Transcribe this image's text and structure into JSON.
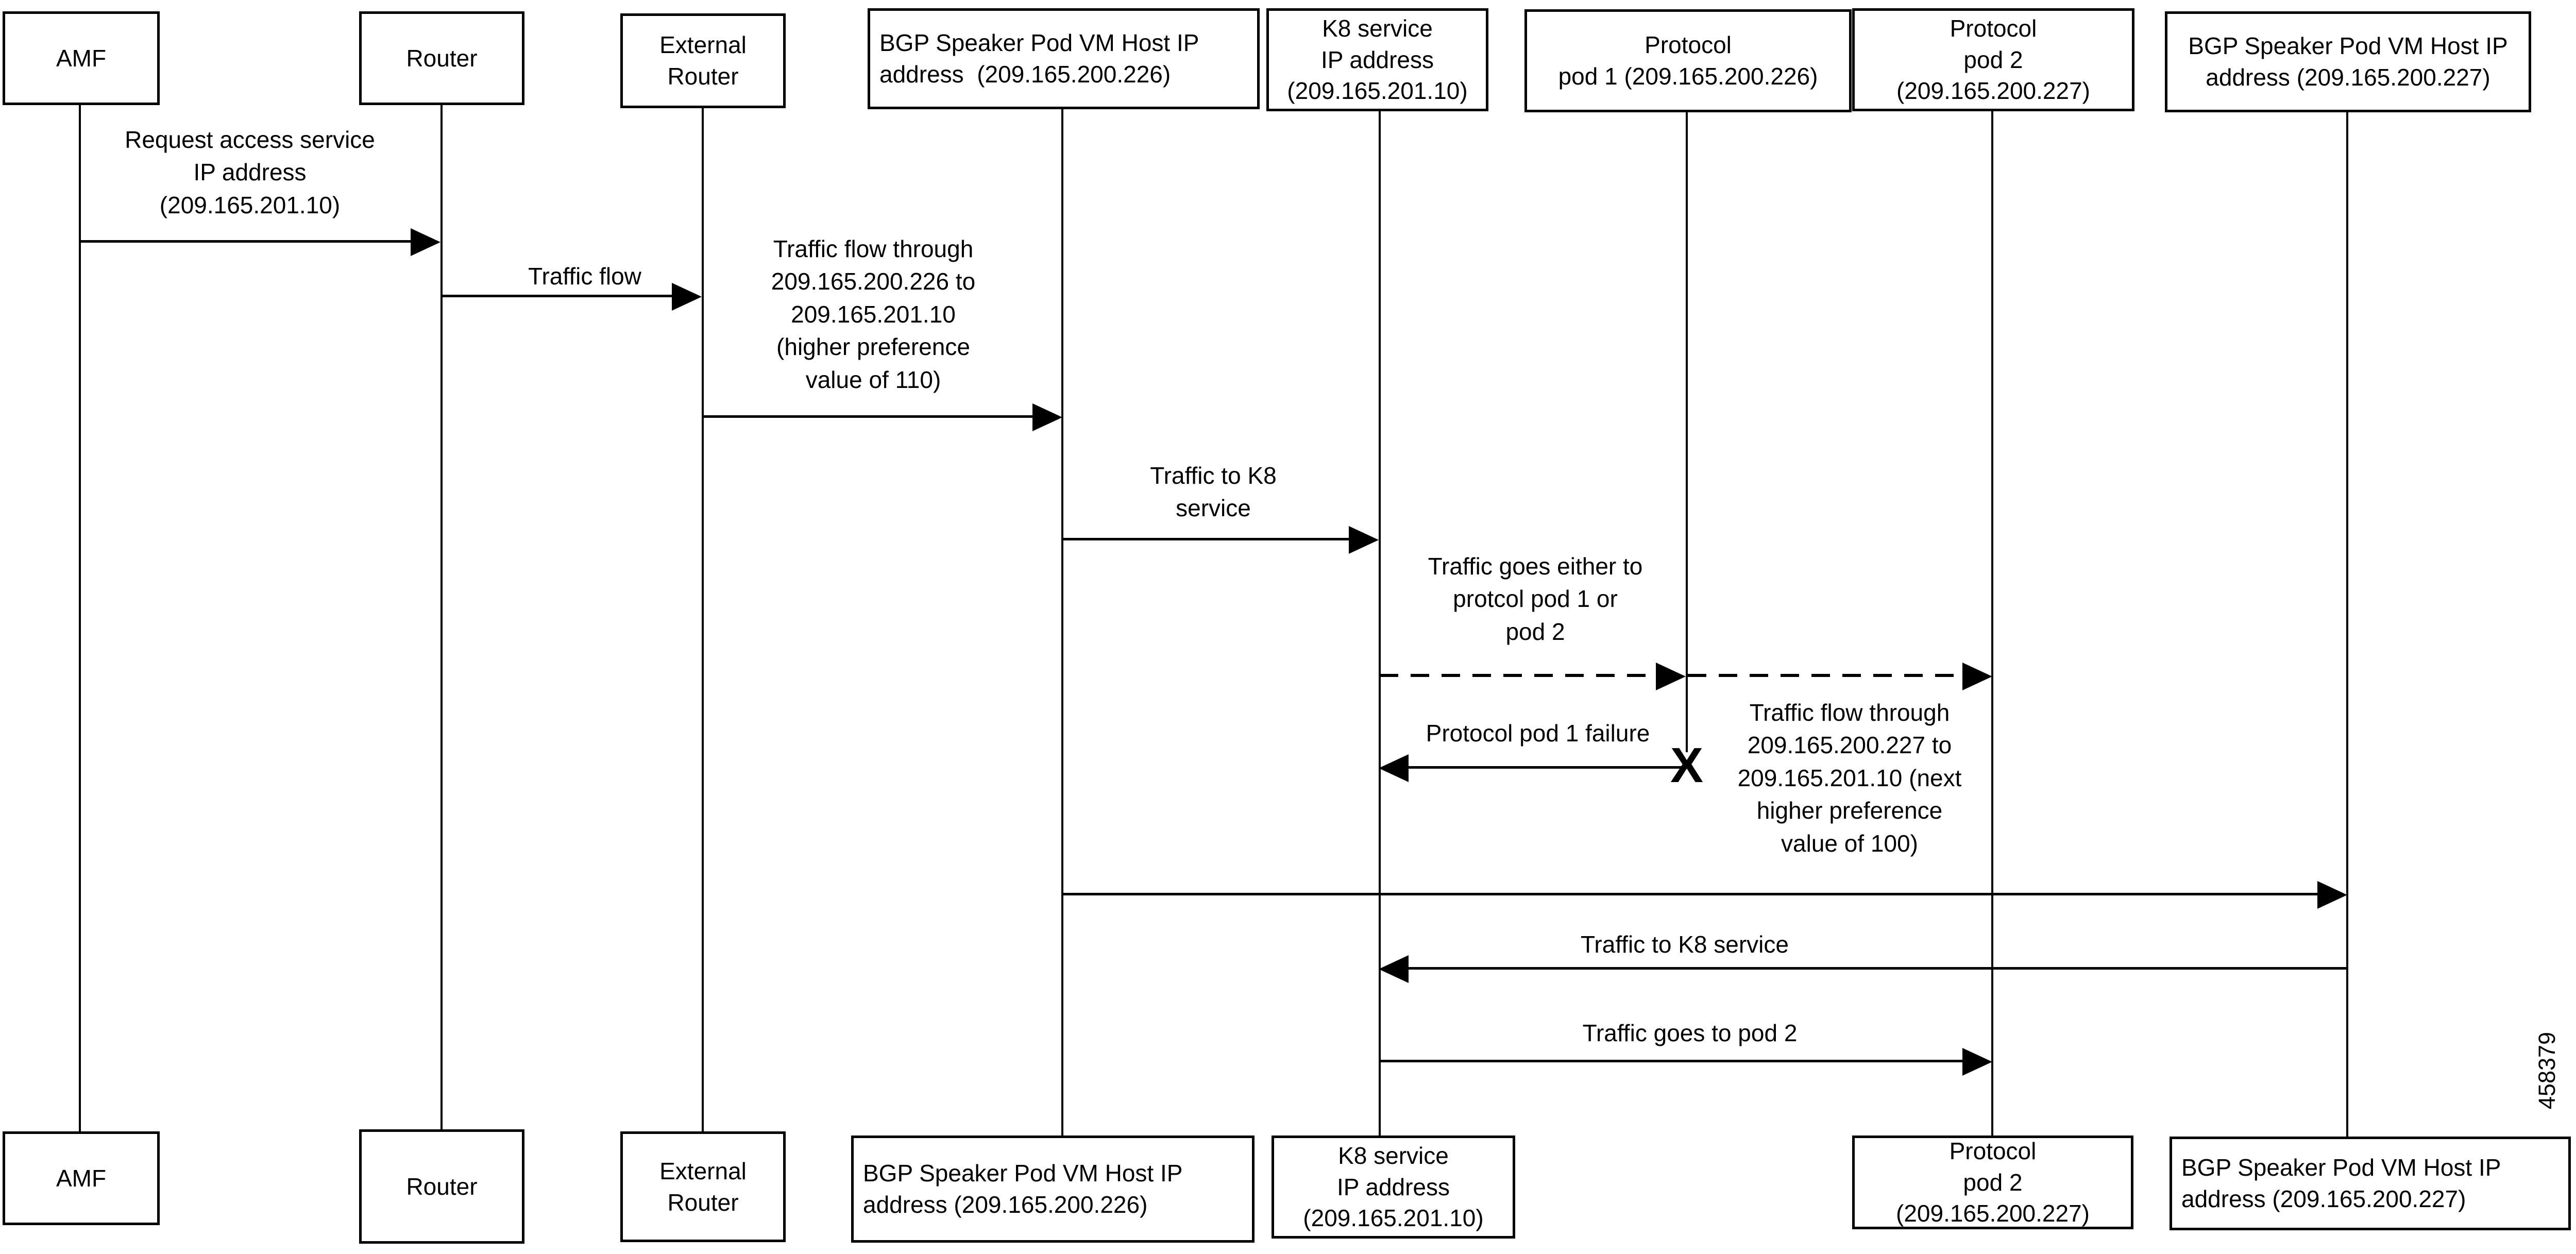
{
  "page": {
    "background_color": "#ffffff",
    "line_color": "#000000"
  },
  "figure_number": "458379",
  "failure_mark": "X",
  "actors": {
    "amf": {
      "top": "AMF",
      "bottom": "AMF"
    },
    "router": {
      "top": "Router",
      "bottom": "Router"
    },
    "external_router": {
      "top": "External\nRouter",
      "bottom": "External\nRouter"
    },
    "bgp_speaker_226": {
      "top": "BGP Speaker Pod VM Host IP\naddress  (209.165.200.226)",
      "bottom": "BGP Speaker Pod VM Host IP\naddress (209.165.200.226)"
    },
    "k8_service": {
      "top": "K8 service\nIP address\n(209.165.201.10)",
      "bottom": "K8 service\nIP address\n(209.165.201.10)"
    },
    "protocol_pod_1": {
      "top": "Protocol\npod 1 (209.165.200.226)"
    },
    "protocol_pod_2": {
      "top": "Protocol\npod 2\n(209.165.200.227)",
      "bottom": "Protocol\npod 2\n(209.165.200.227)"
    },
    "bgp_speaker_227": {
      "top": "BGP Speaker Pod VM Host IP\naddress (209.165.200.227)",
      "bottom": "BGP Speaker Pod VM Host IP\naddress (209.165.200.227)"
    }
  },
  "messages": {
    "request_access": "Request access service\nIP address\n(209.165.201.10)",
    "traffic_flow": "Traffic flow",
    "flow_through_226": "Traffic flow through\n209.165.200.226 to\n209.165.201.10\n(higher preference\nvalue of 110)",
    "traffic_to_k8": "Traffic to K8\nservice",
    "either_pod": "Traffic goes either to\nprotcol pod 1 or\npod 2",
    "pod1_failure": "Protocol pod 1 failure",
    "flow_through_227": "Traffic flow through\n209.165.200.227 to\n209.165.201.10 (next\nhigher preference\nvalue of 100)",
    "traffic_to_k8_return": "Traffic to K8 service",
    "goes_to_pod2": "Traffic goes to pod 2"
  }
}
